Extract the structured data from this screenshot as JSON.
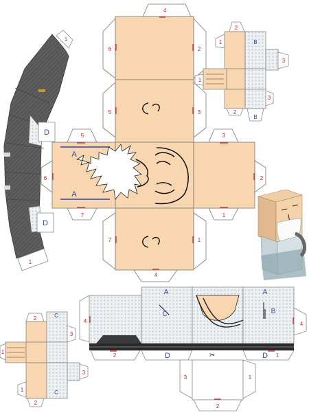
{
  "colors": {
    "skin": "#f8d6b0",
    "tab_fill": "#ffffff",
    "tab_stroke": "#888888",
    "edge_stroke": "#777777",
    "robe_dark": "#555555",
    "robe_light": "#e4e7e9",
    "red_mark": "#d21f2a",
    "blue_mark": "#2b46b8",
    "black": "#111111"
  },
  "hair_texture": "white-zigzag-hair",
  "robe_texture": "dotted-cloth",
  "labels": {
    "head_tab_top": "4",
    "head_tab_upper_left": "6",
    "head_tab_upper_right": "2",
    "head_tab_mid_left": "5",
    "head_tab_mid_right": "3",
    "head_tab_row_left_top": "5",
    "head_tab_row_right_top": "3",
    "head_tab_row_left": "6",
    "head_tab_row_right": "2",
    "head_tab_row_left_bottom": "7",
    "head_tab_row_right_bottom": "1",
    "head_tab_low_left": "7",
    "head_tab_low_right": "1",
    "head_tab_bottom": "4",
    "head_letter_a_top": "A",
    "head_letter_a_bottom": "A",
    "arm_top_tab": "1",
    "arm_letter_d_top": "D",
    "arm_letter_d_bottom": "D",
    "arm_bottom_tab": "1",
    "small_tab_top": "2",
    "small_tab_left_top": "1",
    "small_letter_b_top": "B",
    "small_tab_right": "3",
    "small_tab_left_mid": "1",
    "small_tab_right_low": "3",
    "small_tab_bottom": "2",
    "small_letter_b_bottom": "B",
    "body_letter_a_left": "A",
    "body_letter_c": "C",
    "body_letter_a_right": "A",
    "body_letter_b": "B",
    "body_tab_left": "4",
    "body_tab_right": "4",
    "body_tab_bl": "2",
    "body_letter_d_left": "D",
    "body_tab_br": "1",
    "body_letter_d_right": "D",
    "body_tab_flap_left": "3",
    "body_tab_flap_right": "1",
    "body_tab_bottom": "2",
    "lower_tab_top": "2",
    "lower_letter_c_top": "C",
    "lower_tab_right": "3",
    "lower_tab_left": "1",
    "lower_tab_right_low": "3",
    "lower_tab_bottom": "2",
    "lower_letter_c_bottom": "C",
    "lower_tab_left_bottom": "1"
  }
}
